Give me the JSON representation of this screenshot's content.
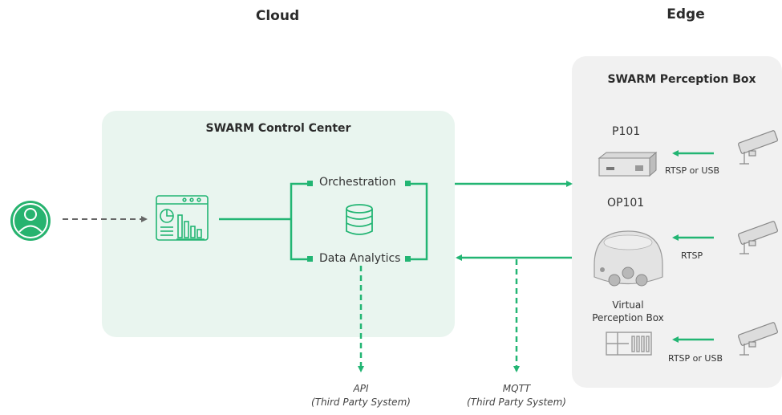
{
  "headings": {
    "cloud": "Cloud",
    "edge": "Edge"
  },
  "cloud_panel": {
    "title": "SWARM Control Center",
    "modules": [
      "Orchestration",
      "Data Analytics"
    ]
  },
  "edge_panel": {
    "title": "SWARM Perception Box",
    "devices": [
      {
        "name": "P101",
        "input": "RTSP or USB"
      },
      {
        "name": "OP101",
        "input": "RTSP"
      },
      {
        "name": "Virtual Perception Box",
        "name_lines": [
          "Virtual",
          "Perception Box"
        ],
        "input": "RTSP or USB"
      }
    ]
  },
  "outputs": [
    {
      "protocol": "API",
      "system": "(Third Party System)"
    },
    {
      "protocol": "MQTT",
      "system": "(Third Party System)"
    }
  ],
  "colors": {
    "accent": "#22b573",
    "cloud_panel_bg": "#e9f5ef",
    "edge_panel_bg": "#f1f1f1",
    "dashed_gray": "#666666"
  },
  "icons": [
    "user-icon",
    "dashboard-icon",
    "database-icon",
    "camera-icon",
    "p101-device-icon",
    "op101-device-icon",
    "virtual-box-icon"
  ]
}
